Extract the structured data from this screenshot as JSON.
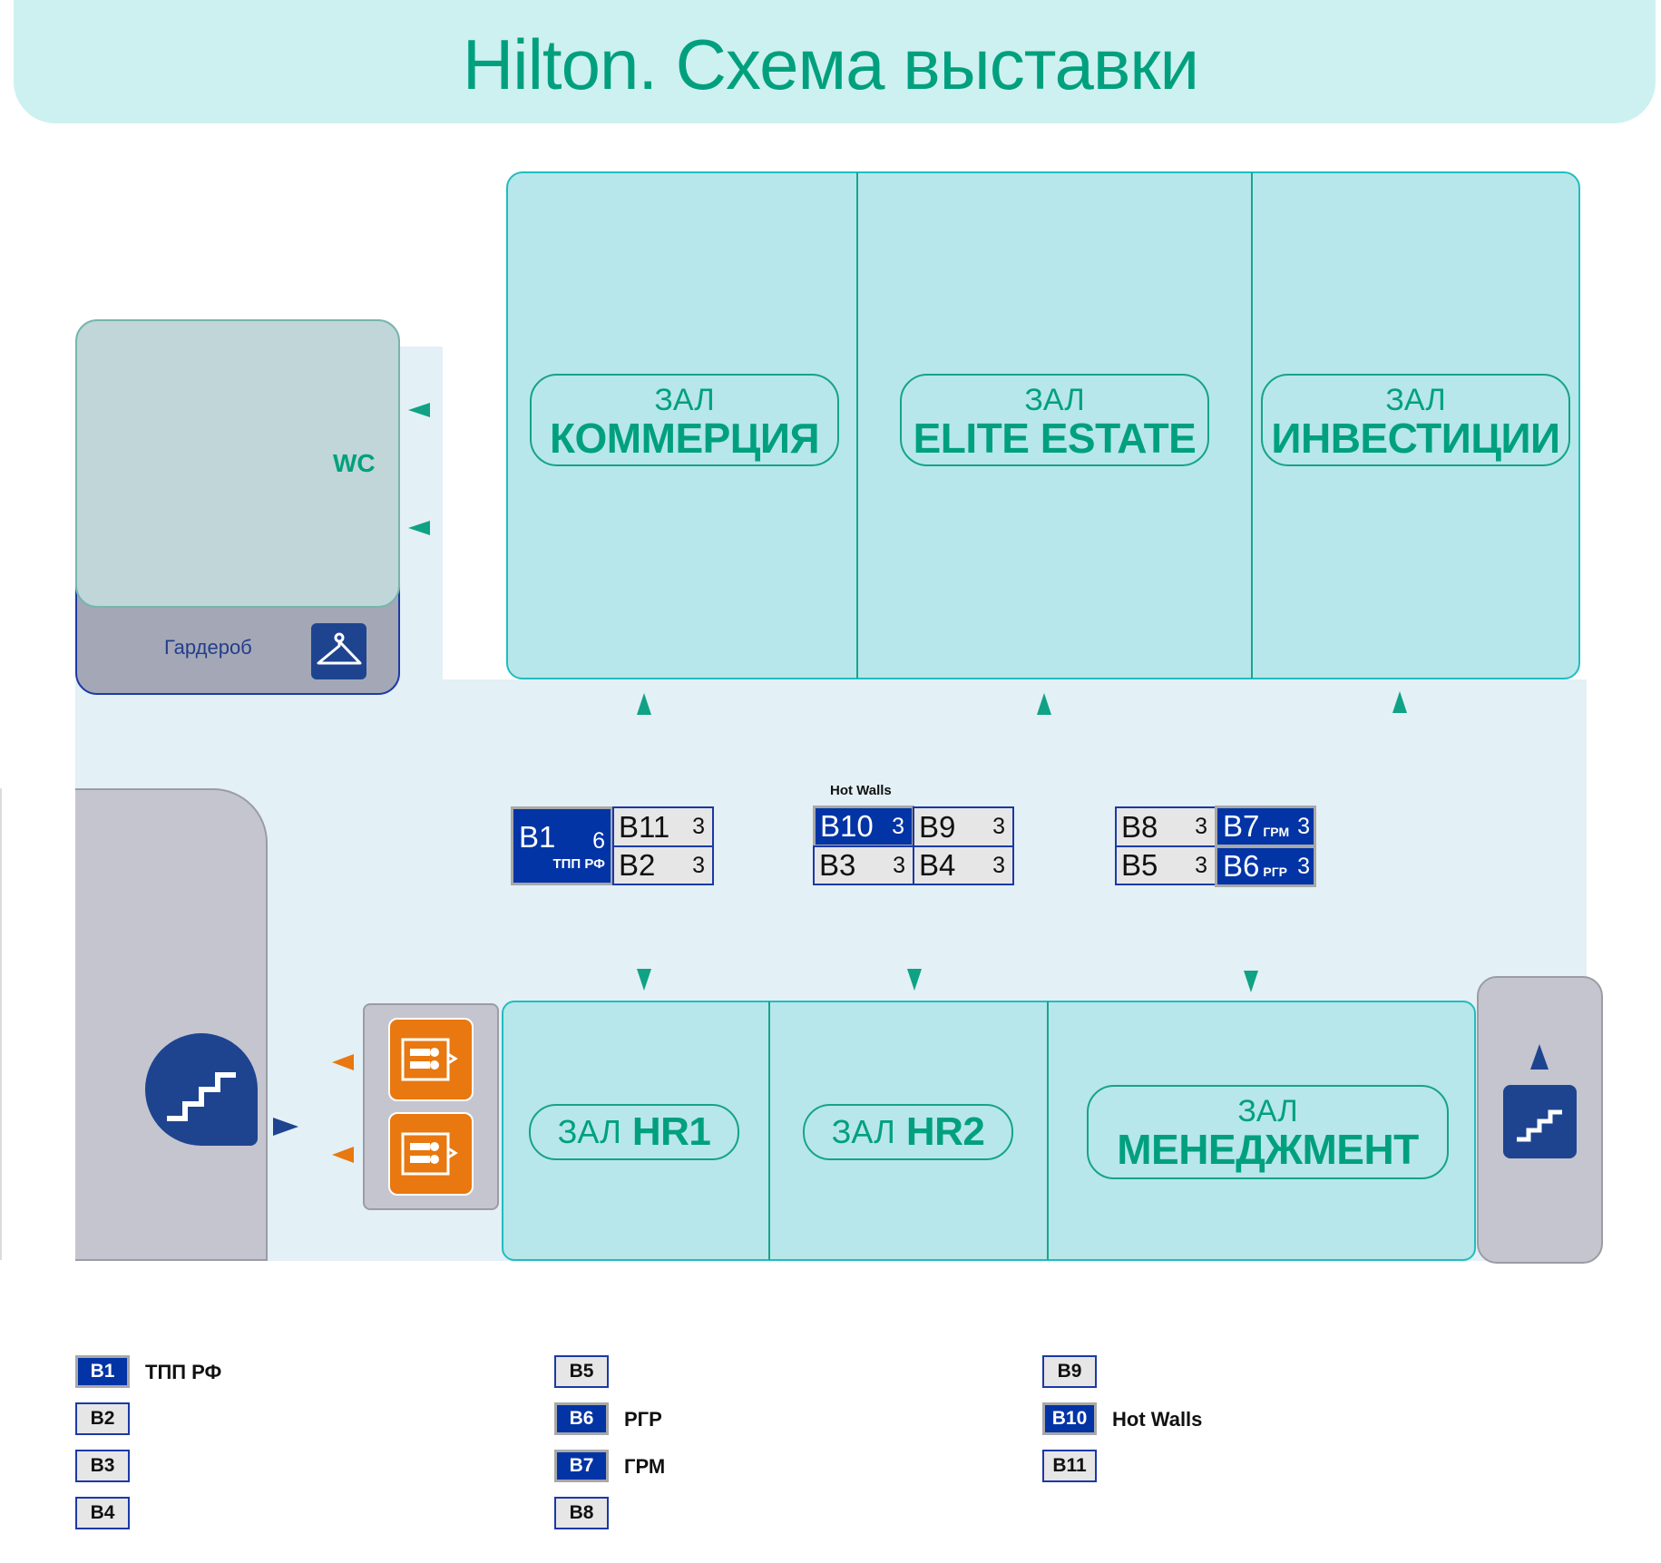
{
  "title": "Hilton. Схема выставки",
  "colors": {
    "accent_green": "#00a07e",
    "hall_fill": "#b7e7ea",
    "corridor_fill": "#e3f0f6",
    "booth_dark": "#0234a6",
    "booth_light": "#e6e6e6",
    "elevator_orange": "#e8780f",
    "icon_blue": "#1e4490"
  },
  "halls_top": [
    {
      "prefix": "ЗАЛ",
      "name": "КОММЕРЦИЯ"
    },
    {
      "prefix": "ЗАЛ",
      "name": "ELITE ESTATE"
    },
    {
      "prefix": "ЗАЛ",
      "name": "ИНВЕСТИЦИИ"
    }
  ],
  "halls_bottom": [
    {
      "prefix": "ЗАЛ",
      "name": "HR1"
    },
    {
      "prefix": "ЗАЛ",
      "name": "HR2"
    },
    {
      "prefix": "ЗАЛ",
      "name": "МЕНЕДЖМЕНТ"
    }
  ],
  "facilities": {
    "wc": "WC",
    "wardrobe": "Гардероб",
    "wardrobe_icon": "hanger-icon",
    "stairs_icon": "stairs-icon",
    "elevator_icon": "elevator-icon"
  },
  "booth_groups": [
    {
      "caption": "",
      "booths": [
        {
          "id": "B1",
          "size": "6",
          "sub": "ТПП РФ",
          "dark": true
        },
        {
          "id": "B11",
          "size": "3",
          "dark": false
        },
        {
          "id": "B2",
          "size": "3",
          "dark": false
        }
      ]
    },
    {
      "caption": "Hot Walls",
      "booths": [
        {
          "id": "B10",
          "size": "3",
          "dark": true
        },
        {
          "id": "B9",
          "size": "3",
          "dark": false
        },
        {
          "id": "B3",
          "size": "3",
          "dark": false
        },
        {
          "id": "B4",
          "size": "3",
          "dark": false
        }
      ]
    },
    {
      "caption": "",
      "booths": [
        {
          "id": "B8",
          "size": "3",
          "dark": false
        },
        {
          "id": "B7",
          "size": "3",
          "sub": "ГРМ",
          "dark": true
        },
        {
          "id": "B5",
          "size": "3",
          "dark": false
        },
        {
          "id": "B6",
          "size": "3",
          "sub": "РГР",
          "dark": true
        }
      ]
    }
  ],
  "legend": [
    {
      "id": "B1",
      "label": "ТПП РФ",
      "dark": true
    },
    {
      "id": "B2",
      "label": "",
      "dark": false
    },
    {
      "id": "B3",
      "label": "",
      "dark": false
    },
    {
      "id": "B4",
      "label": "",
      "dark": false
    },
    {
      "id": "B5",
      "label": "",
      "dark": false
    },
    {
      "id": "B6",
      "label": "РГР",
      "dark": true
    },
    {
      "id": "B7",
      "label": "ГРМ",
      "dark": true
    },
    {
      "id": "B8",
      "label": "",
      "dark": false
    },
    {
      "id": "B9",
      "label": "",
      "dark": false
    },
    {
      "id": "B10",
      "label": "Hot Walls",
      "dark": true
    },
    {
      "id": "B11",
      "label": "",
      "dark": false
    }
  ]
}
